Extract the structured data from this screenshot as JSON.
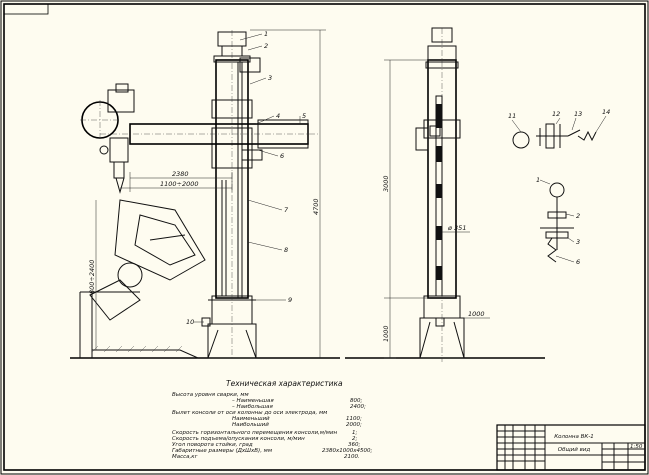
{
  "drawing": {
    "left_view": {
      "dimensions": {
        "arm_length": "2380",
        "arm_reach": "1100÷2000",
        "weld_height": "800÷2400",
        "total_height": "4700"
      },
      "callouts": [
        "1",
        "2",
        "3",
        "4",
        "5",
        "6",
        "7",
        "8",
        "9",
        "10"
      ]
    },
    "side_view": {
      "dimensions": {
        "column_height": "3000",
        "base_height": "1000",
        "base_width": "1000",
        "column_diameter": "ø 351"
      }
    },
    "schematic": {
      "callouts_top": [
        "11",
        "12",
        "13",
        "14"
      ],
      "callouts_bottom": [
        "1",
        "2",
        "3",
        "6"
      ]
    },
    "specs": {
      "title": "Техническая характеристика",
      "rows": [
        {
          "label": "Высота уровня сварки, мм",
          "value": ""
        },
        {
          "label": "– Наименьшая",
          "value": "800;"
        },
        {
          "label": "– Наибольшая",
          "value": "2400;"
        },
        {
          "label": "Вылет консоли от оси колонны до оси электрода, мм",
          "value": ""
        },
        {
          "label": "Наименьший",
          "value": "1100;"
        },
        {
          "label": "Наибольший",
          "value": "2000;"
        },
        {
          "label": "Скорость горизонтального перемещения консоли,м/мин",
          "value": "1;"
        },
        {
          "label": "Скорость подъема/опускания консоли, м/мин",
          "value": "2;"
        },
        {
          "label": "Угол поворота стойки, град",
          "value": "360;"
        },
        {
          "label": "Габаритные размеры (ДхШхВ), мм",
          "value": "2380х1000х4500;"
        },
        {
          "label": "Масса,кг",
          "value": "2100."
        }
      ]
    },
    "title_block": {
      "name": "Колонна ВК-1",
      "subtitle": "Общий вид",
      "scale": "1:50"
    }
  }
}
